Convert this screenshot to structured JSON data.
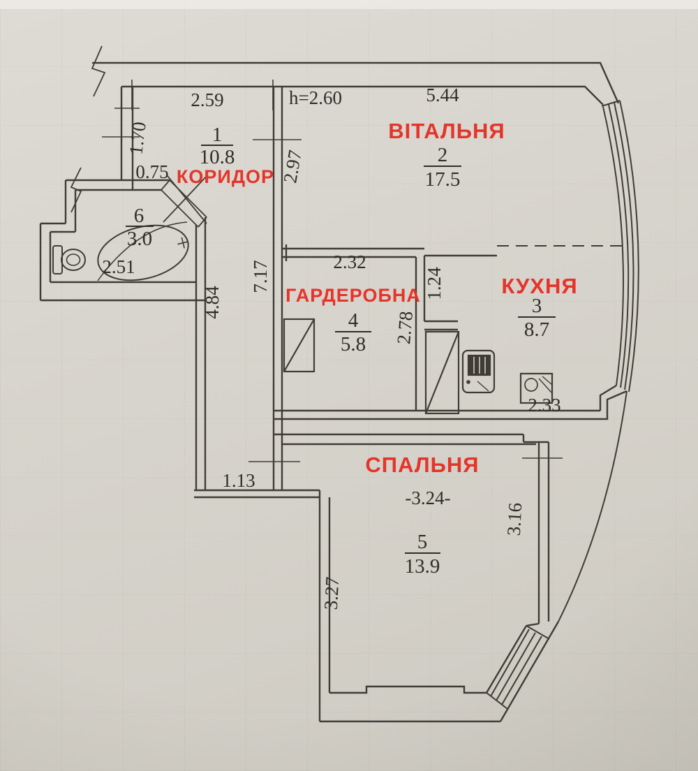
{
  "document_type": "apartment floor plan (Ukrainian)",
  "colors": {
    "paper": "#d8d5ce",
    "wall_line": "#3f3c35",
    "dimension_text": "#2f2d27",
    "room_label_red": "#e5342a"
  },
  "rooms": {
    "koridor": {
      "label": "КОРИДОР",
      "number": "1",
      "area": "10.8"
    },
    "vitalnia": {
      "label": "ВІТАЛЬНЯ",
      "number": "2",
      "area": "17.5"
    },
    "kukhnia": {
      "label": "КУХНЯ",
      "number": "3",
      "area": "8.7"
    },
    "harderobna": {
      "label": "ГАРДЕРОБНА",
      "number": "4",
      "area": "5.8"
    },
    "spalnia": {
      "label": "СПАЛЬНЯ",
      "number": "5",
      "area": "13.9",
      "level_mark": "-3.24-"
    },
    "bathroom": {
      "number": "6",
      "area": "3.0"
    }
  },
  "dimensions": {
    "koridor_top": "2.59",
    "ceiling_height": "h=2.60",
    "vitalnia_top": "5.44",
    "left_upper": "1.70",
    "left_lower": "0.75",
    "vitalnia_left": "2.97",
    "koridor_length": "7.17",
    "passage_left": "4.84",
    "harderobna_top": "2.32",
    "kukhnia_left_upper": "1.24",
    "kukhnia_left_lower": "2.78",
    "kukhnia_bottom": "2.33",
    "bathroom_width": "2.51",
    "passage_bottom": "1.13",
    "spalnia_left": "3.27",
    "spalnia_right": "3.16"
  }
}
